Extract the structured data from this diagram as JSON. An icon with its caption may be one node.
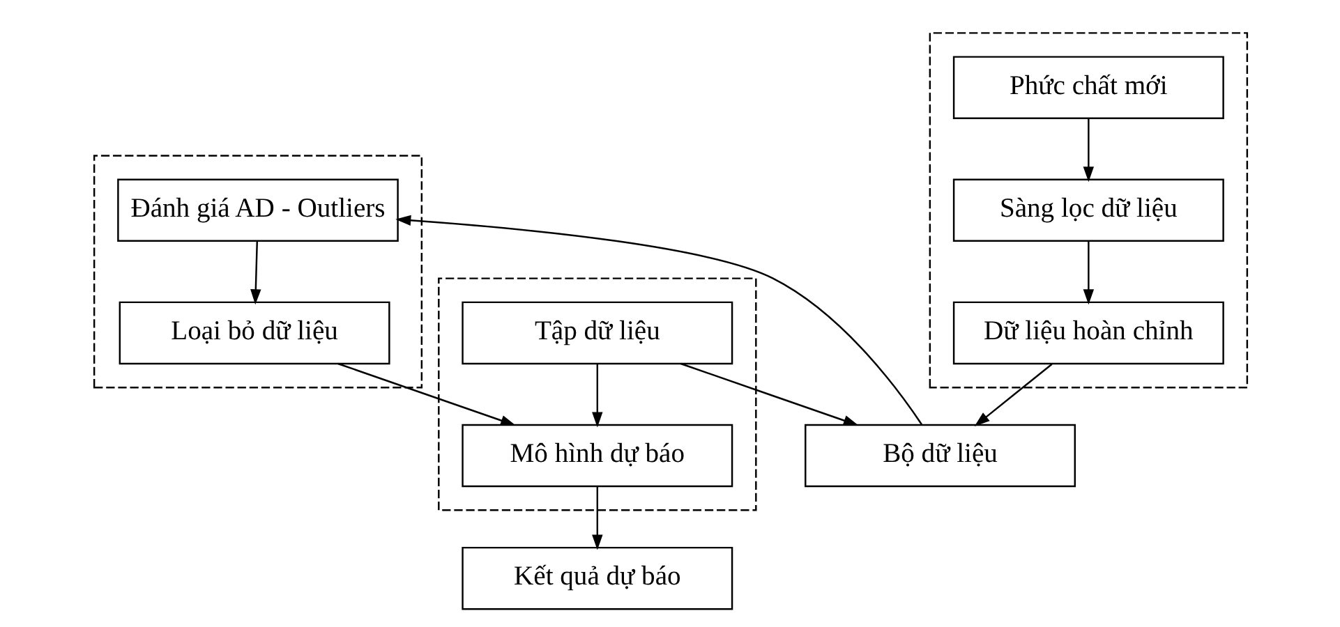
{
  "diagram": {
    "nodes": [
      {
        "text": [],
        "shape": "box"
      },
      {
        "text": [
          "Tập dữ liệu"
        ],
        "in": 0
      },
      {
        "text": [
          "Mô hình dự báo"
        ],
        "in": 0
      },
      {
        "text": [],
        "shape": "box"
      },
      {
        "text": [
          "Phức chất mới"
        ],
        "in": 3
      },
      {
        "text": [
          "Sàng lọc dữ liệu"
        ],
        "in": 3
      },
      {
        "text": [
          "Dữ liệu hoàn chỉnh"
        ],
        "in": 3
      },
      {
        "text": [
          "Kết quả dự báo"
        ]
      },
      {
        "text": [],
        "shape": "box"
      },
      {
        "text": [
          "Loại bỏ dữ liệu"
        ],
        "in": 8
      },
      {
        "text": [
          "Đánh giá AD - Outliers"
        ],
        "in": 8
      },
      {
        "text": [
          "Bộ dữ liệu"
        ]
      }
    ],
    "edges": [
      {
        "from": 1,
        "to": 2,
        "arrow": "to"
      },
      {
        "from": 2,
        "to": 7,
        "arrow": "to"
      },
      {
        "from": 4,
        "to": 5,
        "arrow": "to"
      },
      {
        "from": 5,
        "to": 6,
        "arrow": "to"
      },
      {
        "from": 6,
        "to": 11,
        "arrow": "to"
      },
      {
        "from": 1,
        "to": 11,
        "arrow": "to"
      },
      {
        "from": 11,
        "to": 10,
        "arrow": "to"
      },
      {
        "from": 10,
        "to": 9,
        "arrow": "to"
      },
      {
        "from": 9,
        "to": 2,
        "arrow": "to"
      }
    ]
  }
}
